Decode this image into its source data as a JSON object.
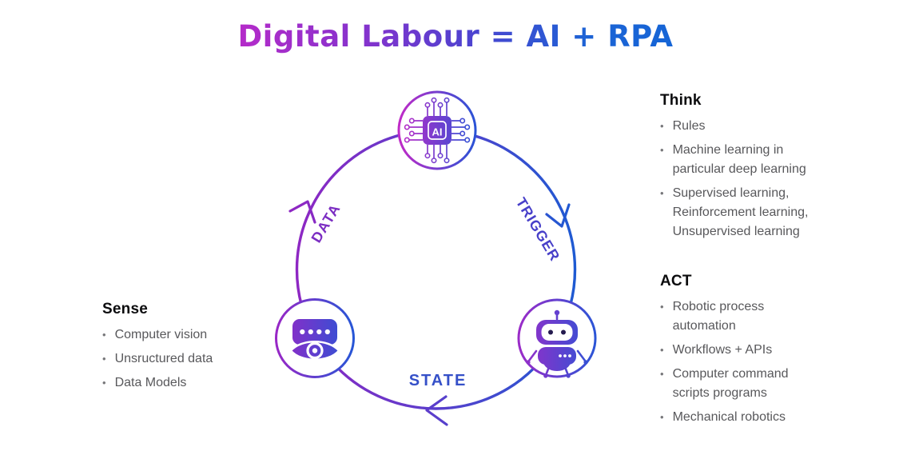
{
  "title": "Digital Labour = AI + RPA",
  "colors": {
    "gradient_start": "#B52BC9",
    "gradient_end": "#1565D6",
    "ring_purple": "#8E27C3",
    "ring_blue": "#1E5AD2",
    "label_data": "#7B2DC2",
    "label_trigger": "#4840C9",
    "label_state": "#3550C8",
    "heading_text": "#0C0C0E",
    "body_text": "#58585B"
  },
  "diagram": {
    "arc_labels": {
      "data": "DATA",
      "trigger": "TRIGGER",
      "state": "STATE"
    },
    "chip_label": "AI",
    "nodes": {
      "top": "ai-chip-icon",
      "bottom_left": "vision-eye-icon",
      "bottom_right": "robot-icon"
    }
  },
  "panels": {
    "think": {
      "heading": "Think",
      "items": [
        "Rules",
        "Machine learning in particular deep learning",
        "Supervised learning, Reinforcement learning, Unsupervised learning"
      ]
    },
    "act": {
      "heading": "ACT",
      "items": [
        "Robotic process automation",
        "Workflows + APIs",
        "Computer command scripts programs",
        "Mechanical robotics"
      ]
    },
    "sense": {
      "heading": "Sense",
      "items": [
        "Computer vision",
        "Unsructured data",
        "Data Models"
      ]
    }
  }
}
